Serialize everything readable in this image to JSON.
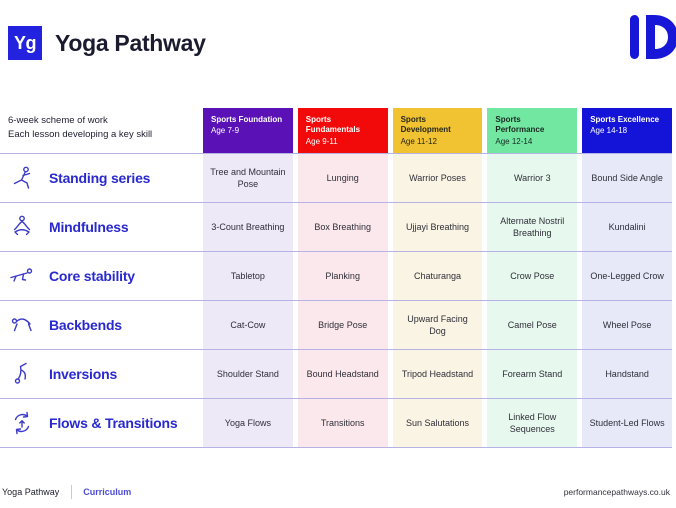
{
  "brand": {
    "logo_text": "Yg",
    "title": "Yoga Pathway"
  },
  "colors": {
    "brand_blue": "#2222DF",
    "foundation_purple": "#5A12B6",
    "fundamentals_red": "#F20A0A",
    "development_yellow": "#F1C232",
    "performance_mint": "#71E7A2",
    "excellence_blue": "#1414D9",
    "row_label_blue": "#2929CF",
    "separator_purple": "#B7B2E6"
  },
  "table": {
    "intro_line1": "6-week scheme of work",
    "intro_line2": "Each lesson developing a key skill",
    "columns": [
      {
        "title": "Sports Foundation",
        "age": "Age 7-9"
      },
      {
        "title": "Sports Fundamentals",
        "age": "Age 9-11"
      },
      {
        "title": "Sports Development",
        "age": "Age 11-12"
      },
      {
        "title": "Sports Performance",
        "age": "Age 12-14"
      },
      {
        "title": "Sports Excellence",
        "age": "Age 14-18"
      }
    ],
    "rows": [
      {
        "label": "Standing series",
        "icon": "standing-pose-icon",
        "cells": [
          "Tree and Mountain Pose",
          "Lunging",
          "Warrior Poses",
          "Warrior 3",
          "Bound Side Angle"
        ]
      },
      {
        "label": "Mindfulness",
        "icon": "meditation-icon",
        "cells": [
          "3-Count Breathing",
          "Box Breathing",
          "Ujjayi Breathing",
          "Alternate Nostril Breathing",
          "Kundalini"
        ]
      },
      {
        "label": "Core stability",
        "icon": "plank-icon",
        "cells": [
          "Tabletop",
          "Planking",
          "Chaturanga",
          "Crow Pose",
          "One-Legged Crow"
        ]
      },
      {
        "label": "Backbends",
        "icon": "backbend-icon",
        "cells": [
          "Cat-Cow",
          "Bridge Pose",
          "Upward Facing Dog",
          "Camel Pose",
          "Wheel Pose"
        ]
      },
      {
        "label": "Inversions",
        "icon": "inversion-icon",
        "cells": [
          "Shoulder Stand",
          "Bound Headstand",
          "Tripod Headstand",
          "Forearm Stand",
          "Handstand"
        ]
      },
      {
        "label": "Flows & Transitions",
        "icon": "flow-cycle-icon",
        "cells": [
          "Yoga Flows",
          "Transitions",
          "Sun Salutations",
          "Linked Flow Sequences",
          "Student-Led Flows"
        ]
      }
    ]
  },
  "footer": {
    "left_primary": "Yoga Pathway",
    "left_secondary": "Curriculum",
    "right": "performancepathways.co.uk"
  }
}
